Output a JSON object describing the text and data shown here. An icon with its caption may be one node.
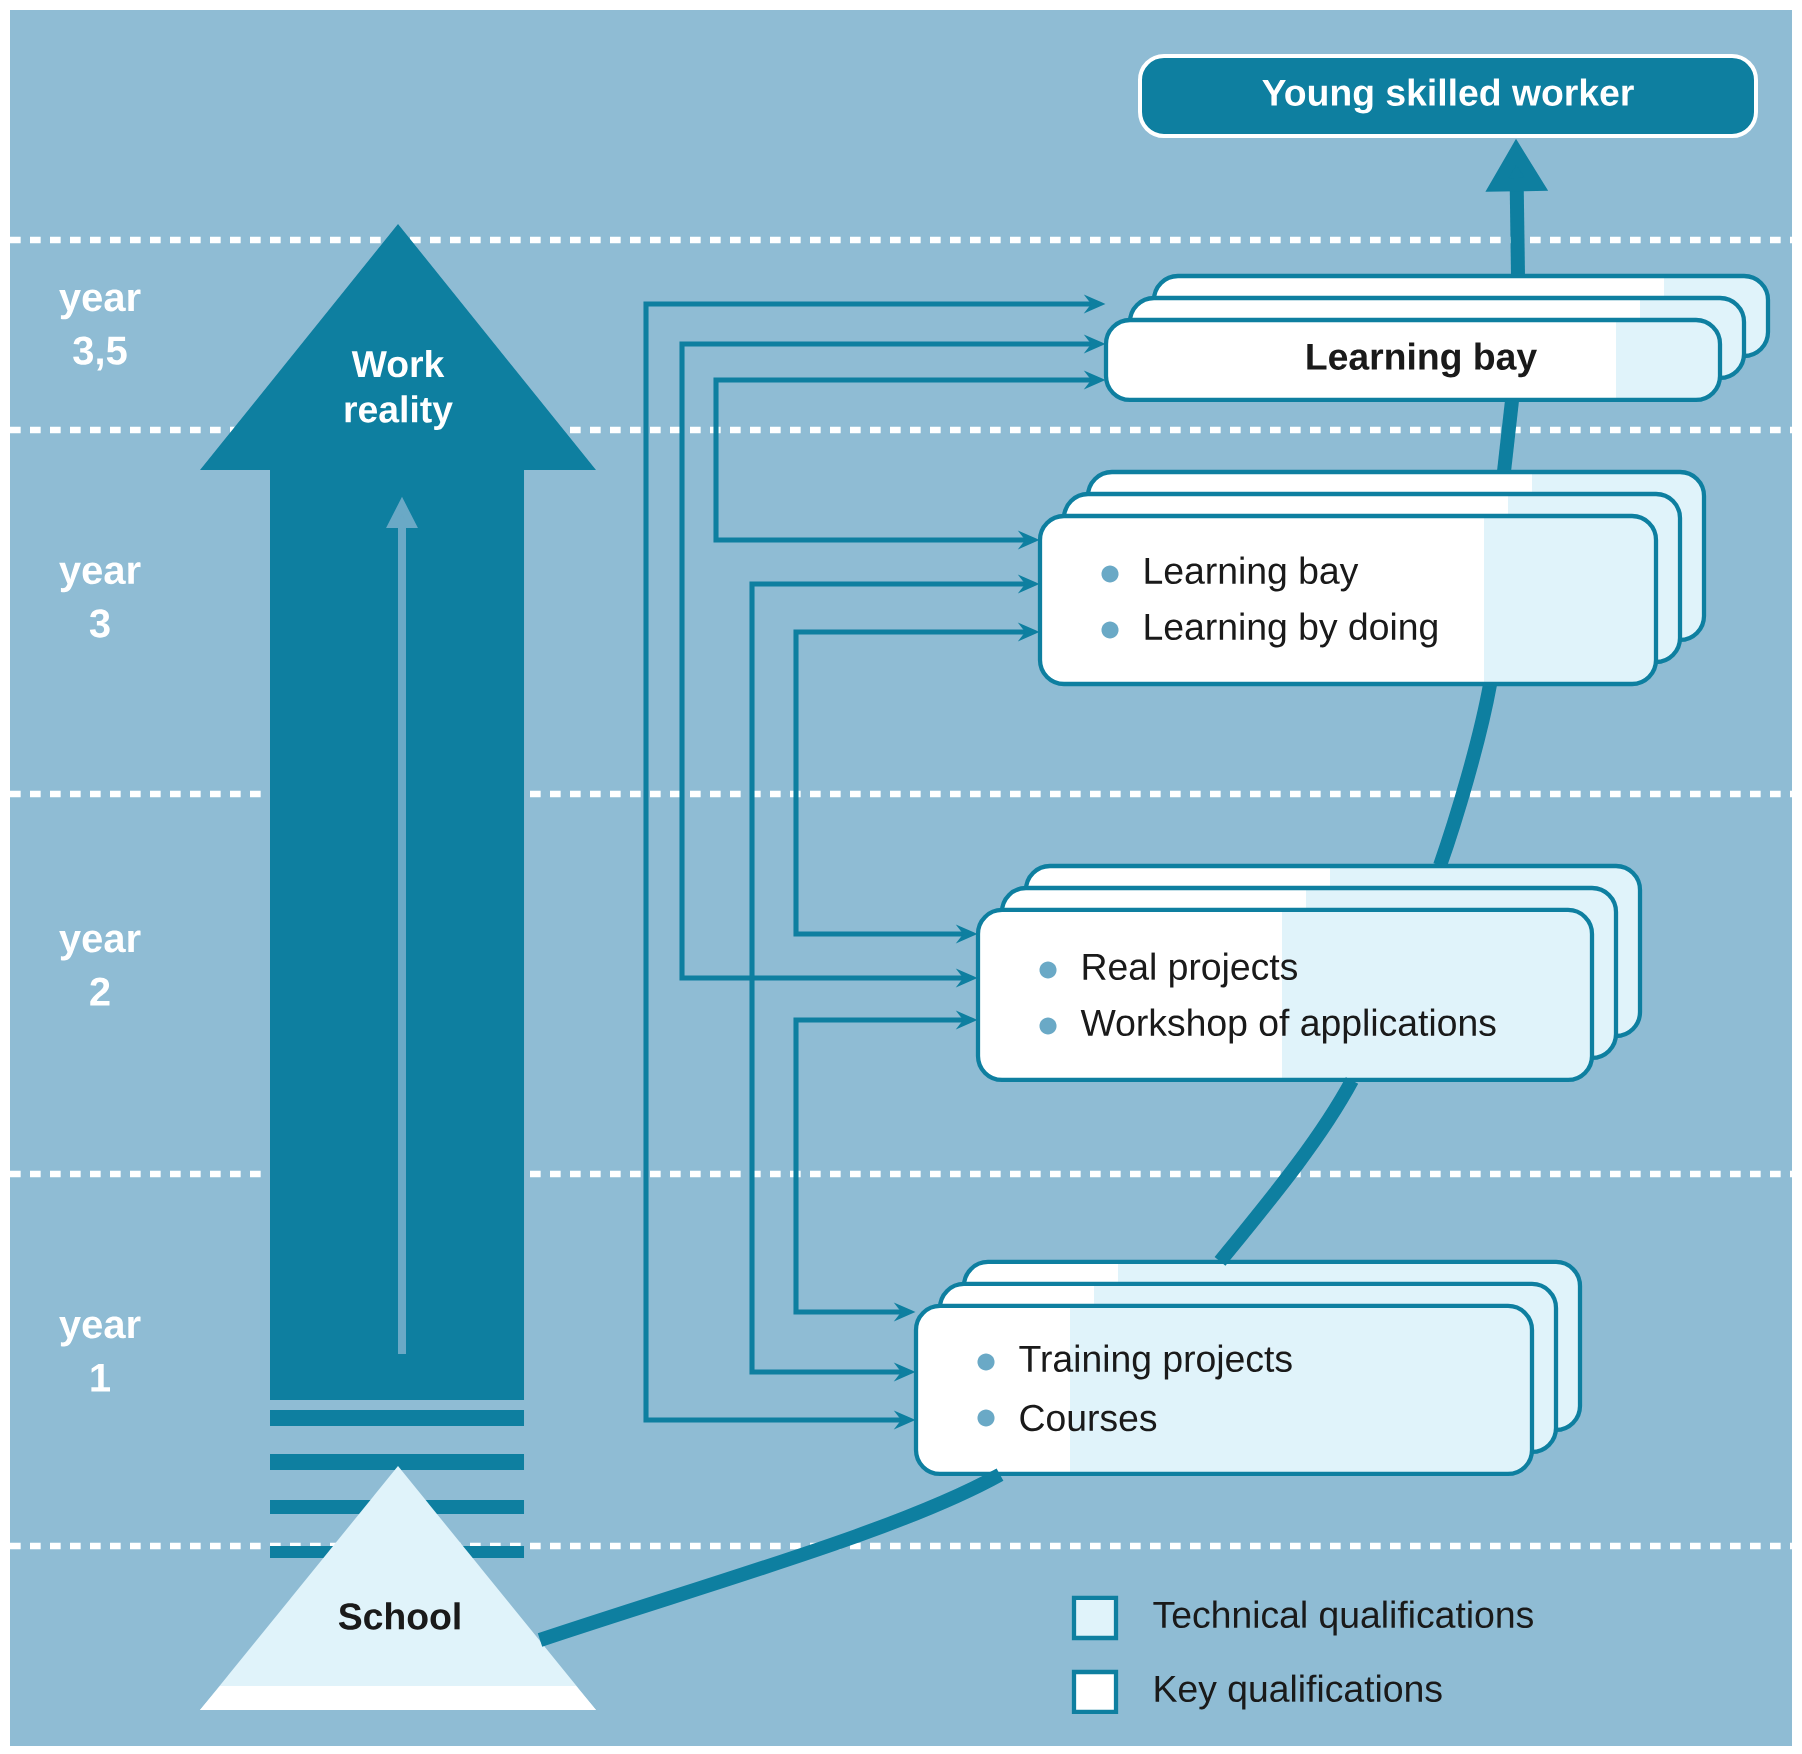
{
  "diagram": {
    "nodes": [
      {
        "text": [
          "Young skilled worker"
        ]
      },
      {
        "text": [
          "Work reality"
        ]
      },
      {
        "text": [
          "School"
        ]
      },
      {
        "text": [
          "Learning bay"
        ]
      },
      {
        "text": [
          "Learning bay",
          "Learning by doing"
        ]
      },
      {
        "text": [
          "Real projects",
          "Workshop of applications"
        ]
      },
      {
        "text": [
          "Training projects",
          "Courses"
        ]
      }
    ],
    "edges": [
      {
        "from": 2,
        "to": 6,
        "arrow": "none",
        "style": "thick"
      },
      {
        "from": 6,
        "to": 5,
        "arrow": "none",
        "style": "thick"
      },
      {
        "from": 5,
        "to": 4,
        "arrow": "none",
        "style": "thick"
      },
      {
        "from": 4,
        "to": 3,
        "arrow": "none",
        "style": "thick"
      },
      {
        "from": 3,
        "to": 0,
        "arrow": "to",
        "style": "thick"
      },
      {
        "from": 6,
        "to": 3,
        "arrow": "both"
      },
      {
        "from": 5,
        "to": 3,
        "arrow": "both"
      },
      {
        "from": 4,
        "to": 3,
        "arrow": "both"
      },
      {
        "from": 6,
        "to": 4,
        "arrow": "both"
      },
      {
        "from": 5,
        "to": 4,
        "arrow": "both"
      },
      {
        "from": 6,
        "to": 5,
        "arrow": "both"
      }
    ],
    "labels": [
      "year 3,5",
      "year 3",
      "year 2",
      "year 1"
    ],
    "legend": [
      {
        "text": "Technical qualifications",
        "color": "#e0f3fa"
      },
      {
        "text": "Key qualifications",
        "color": "#ffffff"
      }
    ]
  }
}
